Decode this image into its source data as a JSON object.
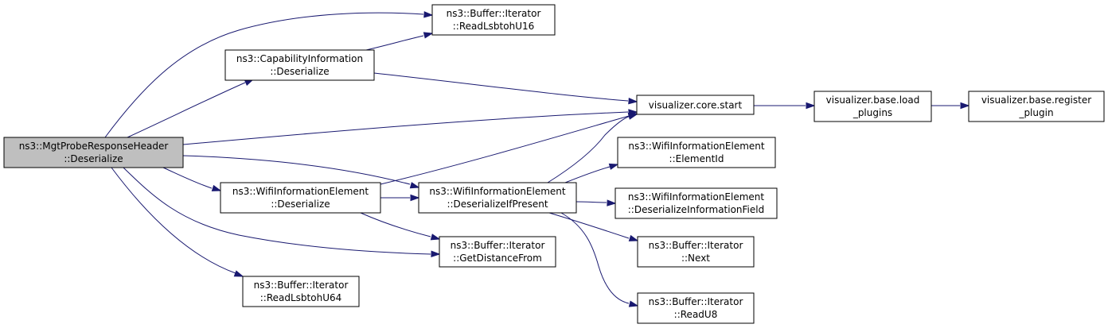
{
  "diagram": {
    "colors": {
      "root_fill": "#bfbfbf",
      "node_fill": "#ffffff",
      "node_border": "#000000",
      "edge": "#191970"
    },
    "nodes": [
      {
        "id": "root",
        "line1": "ns3::MgtProbeResponseHeader",
        "line2": "::Deserialize"
      },
      {
        "id": "cap_deser",
        "line1": "ns3::CapabilityInformation",
        "line2": "::Deserialize"
      },
      {
        "id": "read_u16",
        "line1": "ns3::Buffer::Iterator",
        "line2": "::ReadLsbtohU16"
      },
      {
        "id": "core_start",
        "line1": "visualizer.core.start",
        "line2": ""
      },
      {
        "id": "load_plugins",
        "line1": "visualizer.base.load",
        "line2": "_plugins"
      },
      {
        "id": "register_plugin",
        "line1": "visualizer.base.register",
        "line2": "_plugin"
      },
      {
        "id": "wie_deser",
        "line1": "ns3::WifiInformationElement",
        "line2": "::Deserialize"
      },
      {
        "id": "wie_deser_if",
        "line1": "ns3::WifiInformationElement",
        "line2": "::DeserializeIfPresent"
      },
      {
        "id": "elem_id",
        "line1": "ns3::WifiInformationElement",
        "line2": "::ElementId"
      },
      {
        "id": "deser_info",
        "line1": "ns3::WifiInformationElement",
        "line2": "::DeserializeInformationField"
      },
      {
        "id": "get_dist",
        "line1": "ns3::Buffer::Iterator",
        "line2": "::GetDistanceFrom"
      },
      {
        "id": "next",
        "line1": "ns3::Buffer::Iterator",
        "line2": "::Next"
      },
      {
        "id": "read_u64",
        "line1": "ns3::Buffer::Iterator",
        "line2": "::ReadLsbtohU64"
      },
      {
        "id": "read_u8",
        "line1": "ns3::Buffer::Iterator",
        "line2": "::ReadU8"
      }
    ],
    "edges": [
      {
        "from": "root",
        "to": "read_u16"
      },
      {
        "from": "root",
        "to": "cap_deser"
      },
      {
        "from": "root",
        "to": "core_start"
      },
      {
        "from": "root",
        "to": "wie_deser"
      },
      {
        "from": "root",
        "to": "wie_deser_if"
      },
      {
        "from": "root",
        "to": "get_dist"
      },
      {
        "from": "root",
        "to": "read_u64"
      },
      {
        "from": "cap_deser",
        "to": "read_u16"
      },
      {
        "from": "cap_deser",
        "to": "core_start"
      },
      {
        "from": "core_start",
        "to": "load_plugins"
      },
      {
        "from": "load_plugins",
        "to": "register_plugin"
      },
      {
        "from": "wie_deser",
        "to": "core_start"
      },
      {
        "from": "wie_deser",
        "to": "wie_deser_if"
      },
      {
        "from": "wie_deser",
        "to": "get_dist"
      },
      {
        "from": "wie_deser_if",
        "to": "core_start"
      },
      {
        "from": "wie_deser_if",
        "to": "elem_id"
      },
      {
        "from": "wie_deser_if",
        "to": "deser_info"
      },
      {
        "from": "wie_deser_if",
        "to": "next"
      },
      {
        "from": "wie_deser_if",
        "to": "read_u8"
      }
    ]
  }
}
